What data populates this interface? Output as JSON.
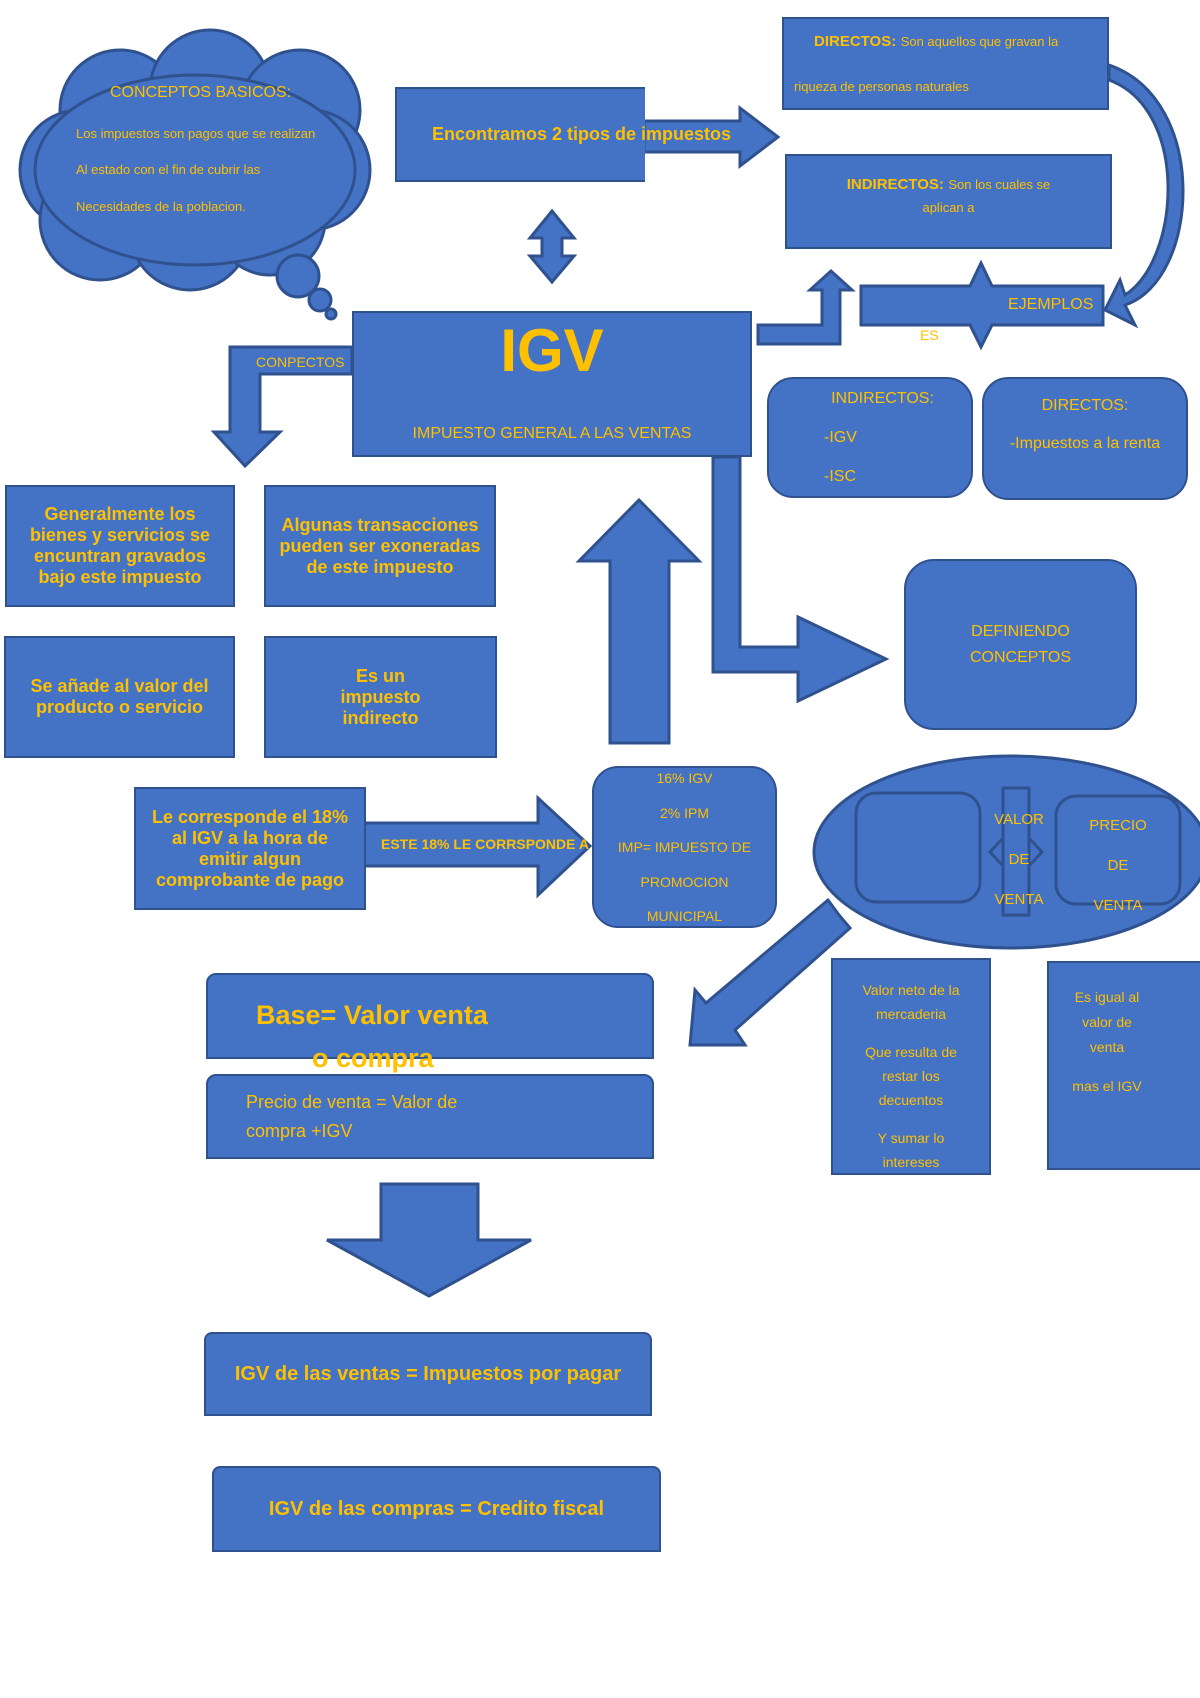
{
  "colors": {
    "fill": "#4472C4",
    "stroke": "#2F528F",
    "text": "#FFC000"
  },
  "cloud": {
    "title": "CONCEPTOS BASICOS:",
    "lines": [
      "Los impuestos son pagos que se realizan",
      "Al estado con el fin de cubrir las",
      "Necesidades de la poblacion."
    ]
  },
  "types_box": "Encontramos 2 tipos de impuestos",
  "directos": {
    "label": "DIRECTOS:",
    "text_a": "Son aquellos que gravan la",
    "text_b": "riqueza de personas naturales"
  },
  "indirectos": {
    "label": "INDIRECTOS:",
    "text_a": "Son los cuales se",
    "text_b": "aplican a"
  },
  "ejemplos": "EJEMPLOS",
  "es": "ES",
  "igv": {
    "title": "IGV",
    "subtitle": "IMPUESTO GENERAL A LAS VENTAS"
  },
  "conpectos": "CONPECTOS",
  "examples_indirectos": {
    "title": "INDIRECTOS:",
    "items": [
      "-IGV",
      "-ISC"
    ]
  },
  "examples_directos": {
    "title": "DIRECTOS:",
    "items": [
      "-Impuestos a la renta"
    ]
  },
  "concept_boxes": [
    "Generalmente los bienes y servicios se encuntran gravados bajo este impuesto",
    "Algunas transacciones pueden ser exoneradas de este impuesto",
    "Se añade al valor del producto o servicio",
    "Es un impuesto indirecto"
  ],
  "definiendo": [
    "DEFINIENDO",
    "CONCEPTOS"
  ],
  "corresponde": "Le corresponde el 18% al IGV a la hora de emitir algun comprobante de pago",
  "arrow_label": "ESTE 18% LE CORRSPONDE A",
  "rates": {
    "lines": [
      "16% IGV",
      "2% IPM",
      "IMP= IMPUESTO DE",
      "PROMOCION",
      "MUNICIPAL"
    ]
  },
  "valor_venta": [
    "VALOR",
    "DE",
    "VENTA"
  ],
  "precio_venta": [
    "PRECIO",
    "DE",
    "VENTA"
  ],
  "valor_neto": [
    "Valor neto de la",
    "mercaderia",
    "Que resulta de",
    "restar los",
    "decuentos",
    "Y sumar lo",
    "intereses"
  ],
  "es_igual": [
    "Es igual al",
    "valor de",
    "venta",
    "mas el IGV"
  ],
  "base": [
    "Base= Valor venta",
    "o compra"
  ],
  "precio_formula": [
    "Precio de venta = Valor de",
    "compra +IGV"
  ],
  "igv_ventas": "IGV de las ventas = Impuestos por pagar",
  "igv_compras": "IGV de las compras = Credito fiscal"
}
